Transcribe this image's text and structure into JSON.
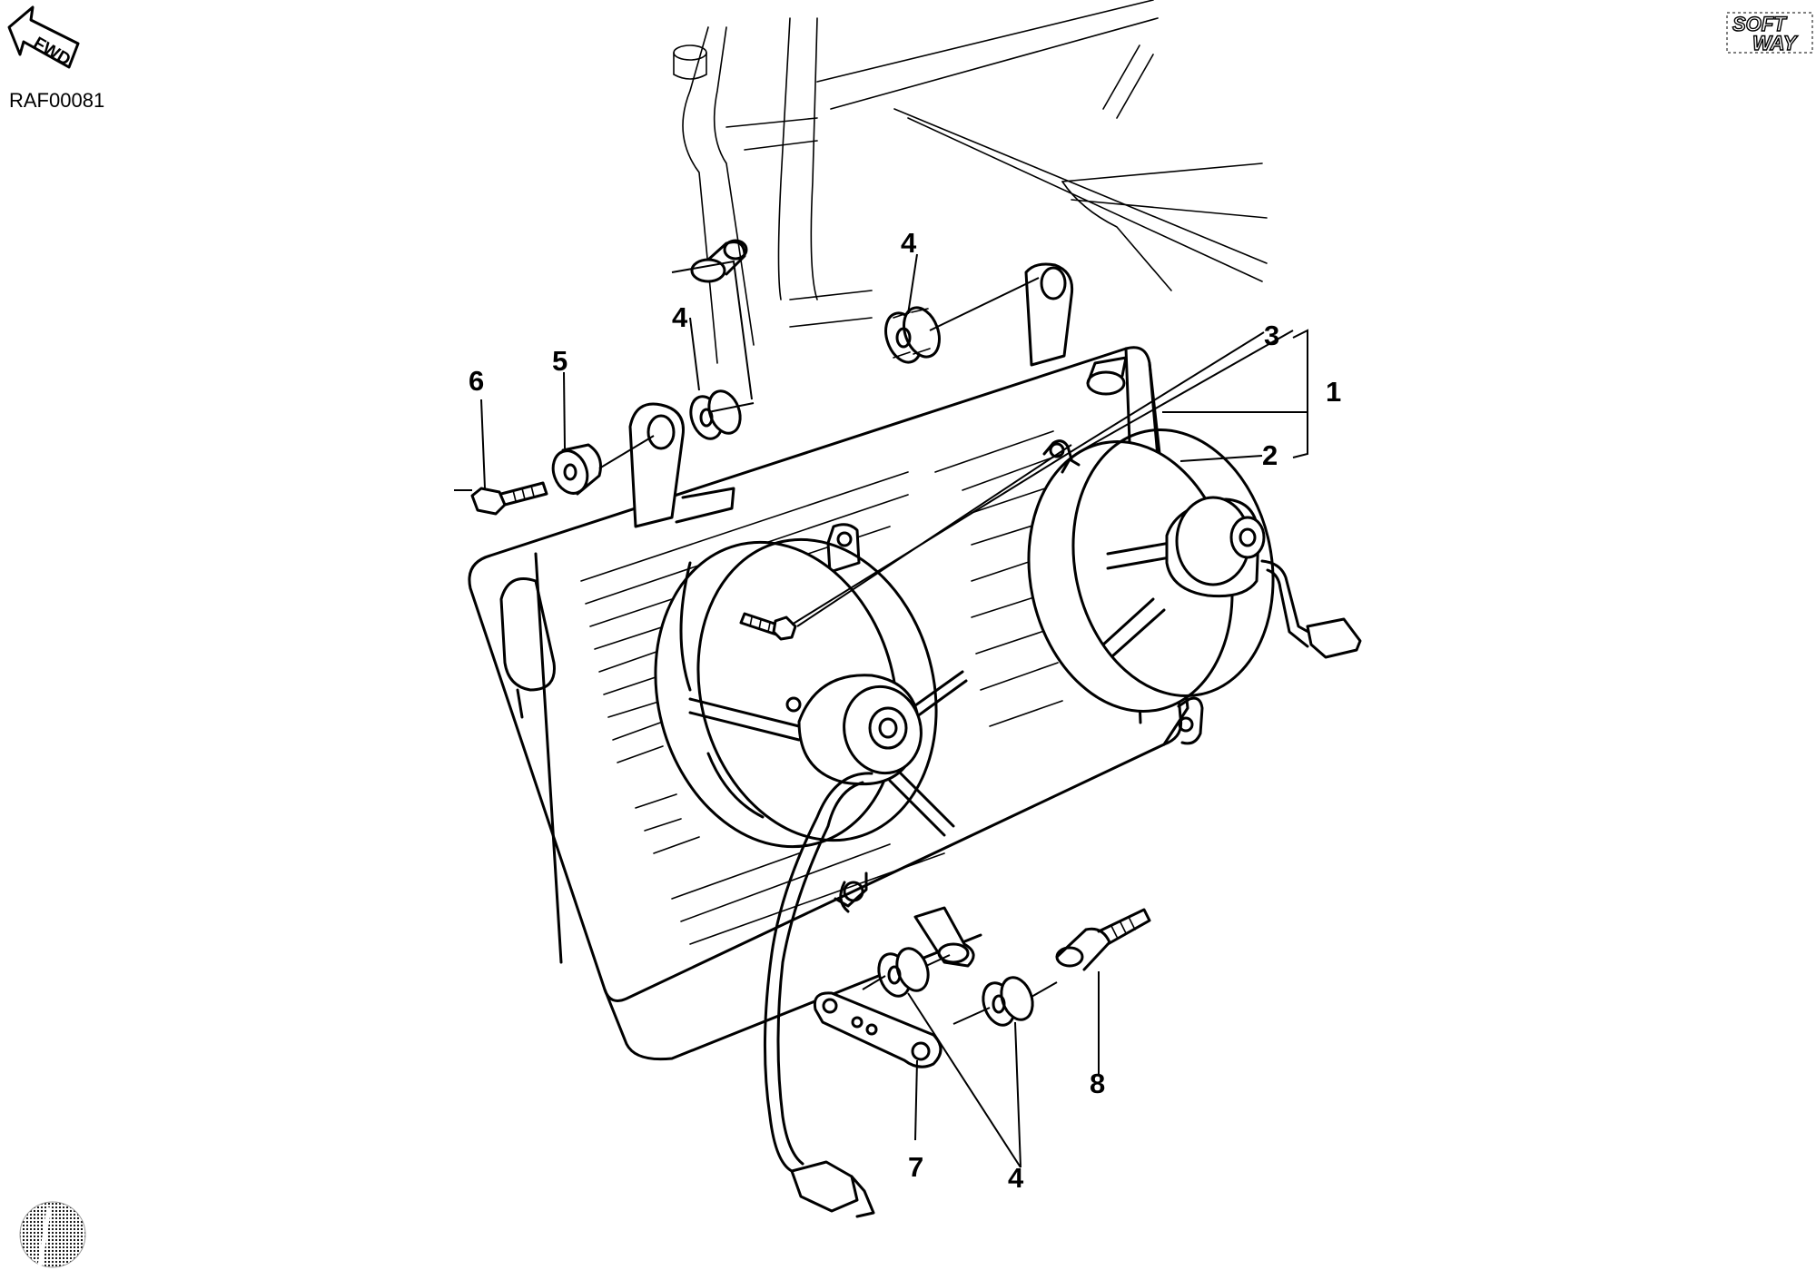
{
  "reference_code": "RAF00081",
  "fwd_label": "FWD",
  "brand": {
    "line1": "SOFT",
    "line2": "WAY"
  },
  "callouts": [
    "1",
    "2",
    "3",
    "4",
    "4",
    "4",
    "5",
    "6",
    "7",
    "8"
  ]
}
